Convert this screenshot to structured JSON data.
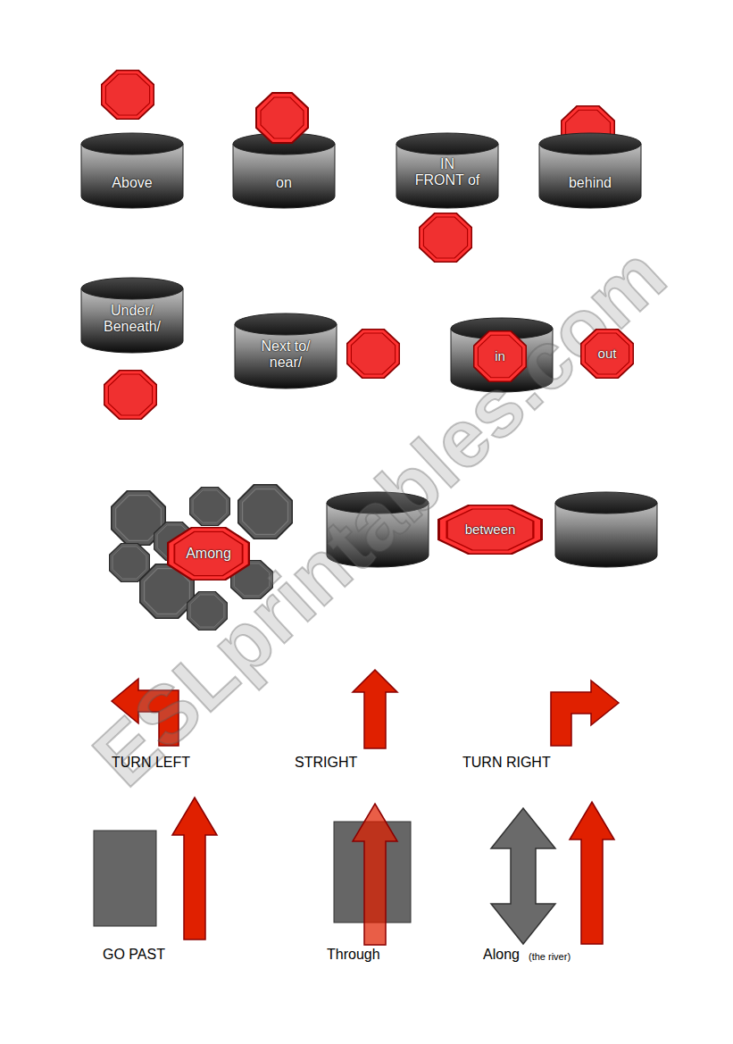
{
  "diagram": {
    "nodes": [
      {
        "text": [
          "Above"
        ]
      },
      {
        "text": [
          "on"
        ]
      },
      {
        "text": [
          "IN FRONT of"
        ]
      },
      {
        "text": [
          "behind"
        ]
      },
      {
        "text": [
          "Under/ Beneath/"
        ]
      },
      {
        "text": [
          "Next to/ near/"
        ]
      },
      {
        "text": [
          "in"
        ]
      },
      {
        "text": [
          "out"
        ]
      },
      {
        "text": [
          "Among"
        ]
      },
      {
        "text": [
          "between"
        ]
      }
    ],
    "labels": [
      "ESLprintables.com",
      "TURN LEFT",
      "STRIGHT",
      "TURN RIGHT",
      "GO PAST",
      "Through",
      "Along",
      "(the river)"
    ]
  }
}
